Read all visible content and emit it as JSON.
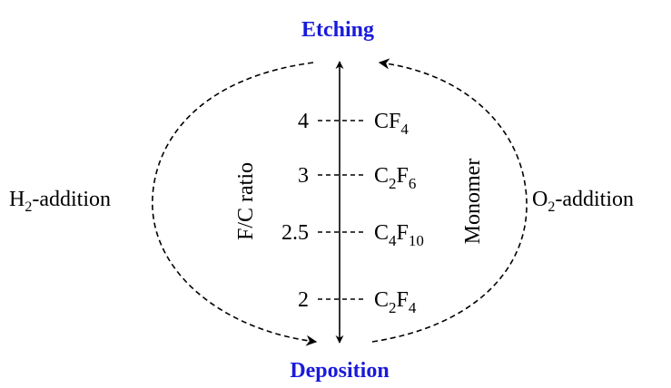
{
  "top_label": "Etching",
  "bottom_label": "Deposition",
  "left_label": {
    "base": "H",
    "sub": "2",
    "rest": "-addition"
  },
  "right_label": {
    "base": "O",
    "sub": "2",
    "rest": "-addition"
  },
  "axis_left_label": "F/C ratio",
  "axis_right_label": "Monomer",
  "rows": [
    {
      "ratio": "4",
      "formula": [
        [
          "CF",
          ""
        ],
        [
          "",
          "4"
        ]
      ]
    },
    {
      "ratio": "3",
      "formula": [
        [
          "C",
          ""
        ],
        [
          "",
          "2"
        ],
        [
          "F",
          ""
        ],
        [
          "",
          "6"
        ]
      ]
    },
    {
      "ratio": "2.5",
      "formula": [
        [
          "C",
          ""
        ],
        [
          "",
          "4"
        ],
        [
          "F",
          ""
        ],
        [
          "",
          "10"
        ]
      ]
    },
    {
      "ratio": "2",
      "formula": [
        [
          "C",
          ""
        ],
        [
          "",
          "2"
        ],
        [
          "F",
          ""
        ],
        [
          "",
          "4"
        ]
      ]
    }
  ],
  "colors": {
    "accent": "#1a1adb",
    "ink": "#000000"
  }
}
